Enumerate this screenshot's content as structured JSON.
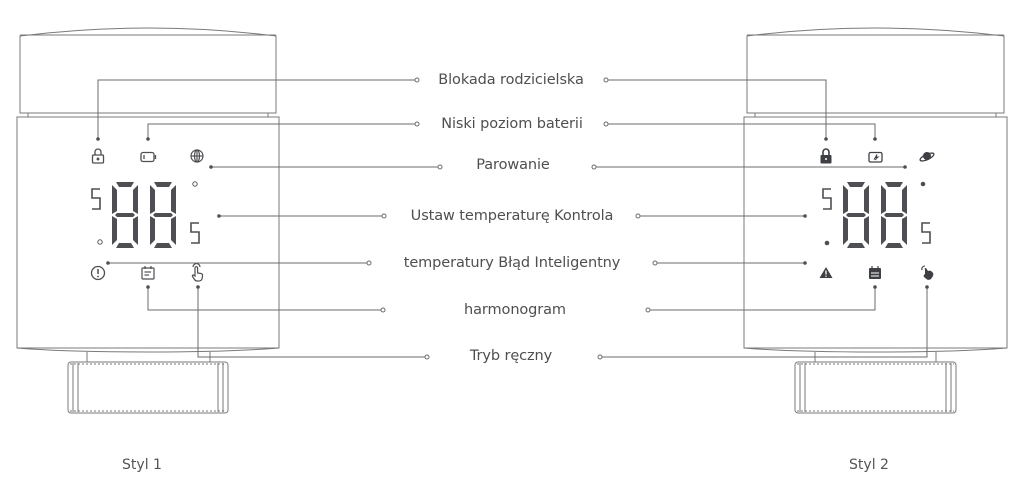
{
  "labels": {
    "parental_lock": "Blokada rodzicielska",
    "low_battery": "Niski poziom baterii",
    "pairing": "Parowanie",
    "set_temp_control": "Ustaw temperaturę Kontrola",
    "temp_error_smart": "temperatury Błąd Inteligentny",
    "schedule": "harmonogram",
    "manual_mode": "Tryb ręczny"
  },
  "devices": [
    {
      "caption": "Styl 1",
      "icons": {
        "lock": "lock-outline-icon",
        "battery": "battery-low-outline-icon",
        "pairing": "globe-icon",
        "error": "exclamation-circle-icon",
        "schedule": "calendar-icon",
        "manual": "hand-pointer-icon"
      },
      "display": {
        "left_small": "5",
        "digits": "88",
        "right_small": "5"
      }
    },
    {
      "caption": "Styl 2",
      "icons": {
        "lock": "lock-filled-icon",
        "battery": "battery-charging-icon",
        "pairing": "planet-ring-icon",
        "error": "warning-triangle-icon",
        "schedule": "calendar-filled-icon",
        "manual": "hand-tap-filled-icon"
      },
      "display": {
        "left_small": "5",
        "digits": "88",
        "right_small": "5"
      }
    }
  ],
  "colors": {
    "line": "#6b6b6b",
    "outline": "#7a7a7a",
    "segment": "#4e4f53",
    "text": "#4f4f4f"
  }
}
